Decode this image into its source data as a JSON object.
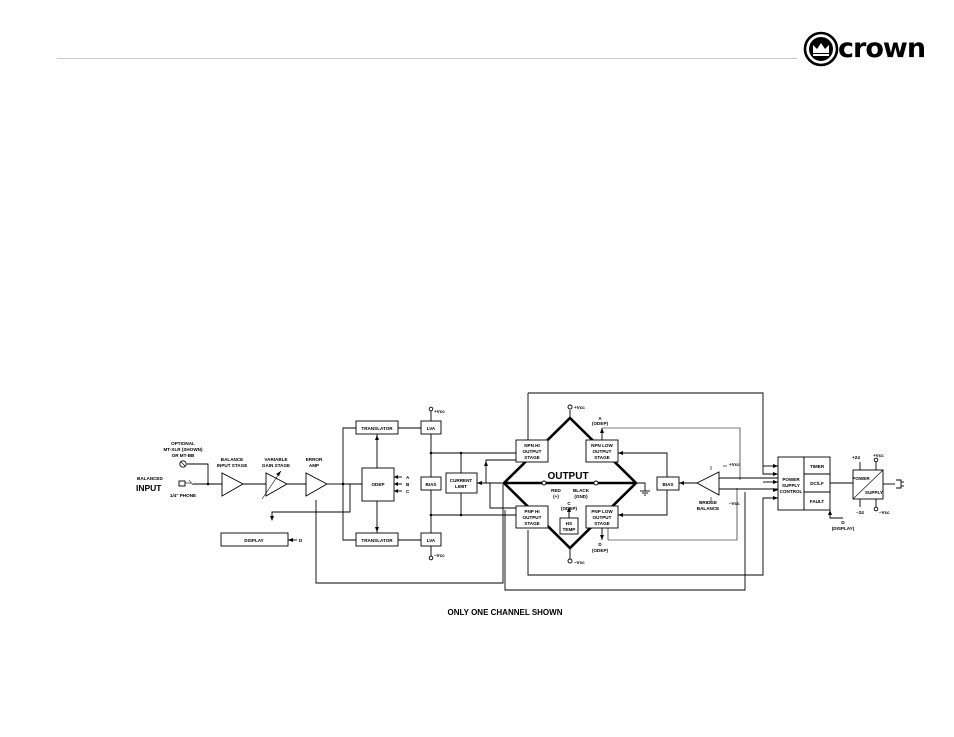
{
  "header": {
    "brand": "crown"
  },
  "diagram": {
    "balanced_input": [
      "BALANCED",
      "INPUT"
    ],
    "optional": [
      "OPTIONAL",
      "MT-XLR (SHOWN)",
      "OR MT-BB"
    ],
    "phone": "1/4\" PHONE",
    "balance_input_stage": [
      "BALANCE",
      "INPUT STAGE"
    ],
    "variable_gain_stage": [
      "VARIABLE",
      "GAIN STAGE"
    ],
    "error_amp": [
      "ERROR",
      "AMP"
    ],
    "translator_top": "TRANSLATOR",
    "translator_bottom": "TRANSLATOR",
    "odep": "ODEP",
    "odep_outputs": [
      "A",
      "B",
      "C"
    ],
    "lva_top": "LVA",
    "lva_bottom": "LVA",
    "bias_left": "BIAS",
    "bias_right": "BIAS",
    "current_limit": [
      "CURRENT",
      "LIMIT"
    ],
    "npn_hi": [
      "NPN HI",
      "OUTPUT",
      "STAGE"
    ],
    "npn_low": [
      "NPN LOW",
      "OUTPUT",
      "STAGE"
    ],
    "pnp_hi": [
      "PNP HI",
      "OUTPUT",
      "STAGE"
    ],
    "pnp_low": [
      "PNP LOW",
      "OUTPUT",
      "STAGE"
    ],
    "hs_temp": [
      "HS",
      "TEMP"
    ],
    "output": "OUTPUT",
    "red": [
      "RED",
      "(+)"
    ],
    "black": [
      "BLACK",
      "(GND)"
    ],
    "label_a": [
      "A",
      "(ODEP)"
    ],
    "label_c": [
      "C",
      "(ODEP)"
    ],
    "label_d_odep": [
      "D",
      "(ODEP)"
    ],
    "bridge_balance": [
      "BRIDGE",
      "BALANCE"
    ],
    "pos_vcc": "+Vcc",
    "neg_vcc": "–Vcc",
    "power_supply_control": [
      "POWER",
      "SUPPLY",
      "CONTROL"
    ],
    "timer": "TIMER",
    "dc_lf": "DC/LF",
    "fault": "FAULT",
    "display_label": [
      "D",
      "(DISPLAY)"
    ],
    "pos_24": "+24",
    "neg_24": "–24",
    "power": "POWER",
    "supply": "SUPPLY",
    "display": "DISPLAY",
    "display_d": "D"
  },
  "caption": "ONLY ONE CHANNEL SHOWN"
}
